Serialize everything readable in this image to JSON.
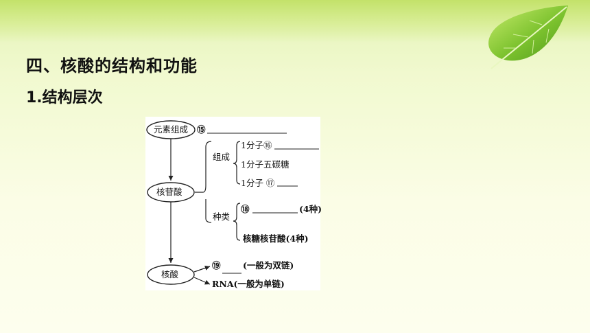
{
  "heading": "四、核酸的结构和功能",
  "subheading": "1.结构层次",
  "diagram": {
    "element_node": "元素组成",
    "blank_15": "⑮",
    "nucleotide_node": "核苷酸",
    "composition_label": "组成",
    "comp_item1": "1分子⑯",
    "comp_item2": "1分子五碳糖",
    "comp_item3": "1分子 ⑰",
    "type_label": "种类",
    "type_item1_marker": "⑱",
    "type_item1_note": "(4种)",
    "type_item2": "核糖核苷酸(4种)",
    "nucleic_node": "核酸",
    "nucleic_item1_marker": "⑲",
    "nucleic_item1_note": "(一般为双链)",
    "nucleic_item2": "RNA(一般为单链)"
  },
  "colors": {
    "leaf_green": "#6fb82a",
    "leaf_light": "#b6e05c",
    "band": "#c3e26a"
  }
}
